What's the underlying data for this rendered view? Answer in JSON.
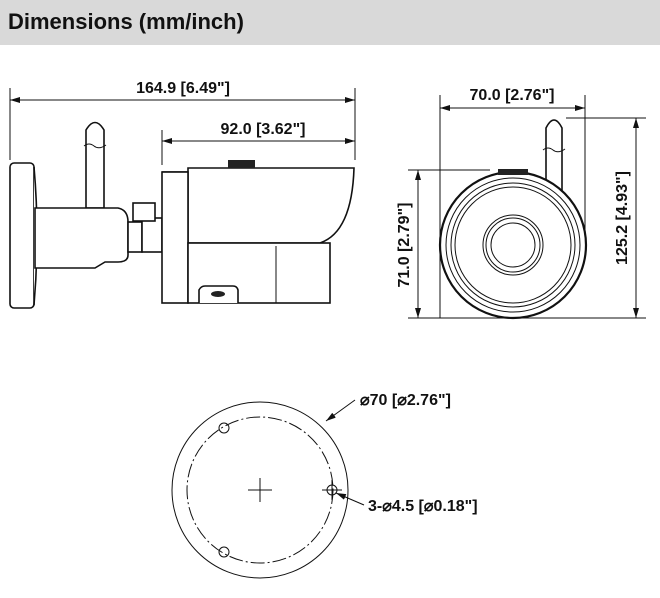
{
  "header": {
    "title": "Dimensions (mm/inch)",
    "background_color": "#d9d9d9"
  },
  "side_view": {
    "overall_length": "164.9 [6.49\"]",
    "body_length": "92.0 [3.62\"]"
  },
  "front_view": {
    "width": "70.0 [2.76\"]",
    "body_height": "71.0 [2.79\"]",
    "total_height": "125.2 [4.93\"]"
  },
  "base_view": {
    "base_diameter": "⌀70 [⌀2.76\"]",
    "mount_holes": "3-⌀4.5 [⌀0.18\"]"
  }
}
